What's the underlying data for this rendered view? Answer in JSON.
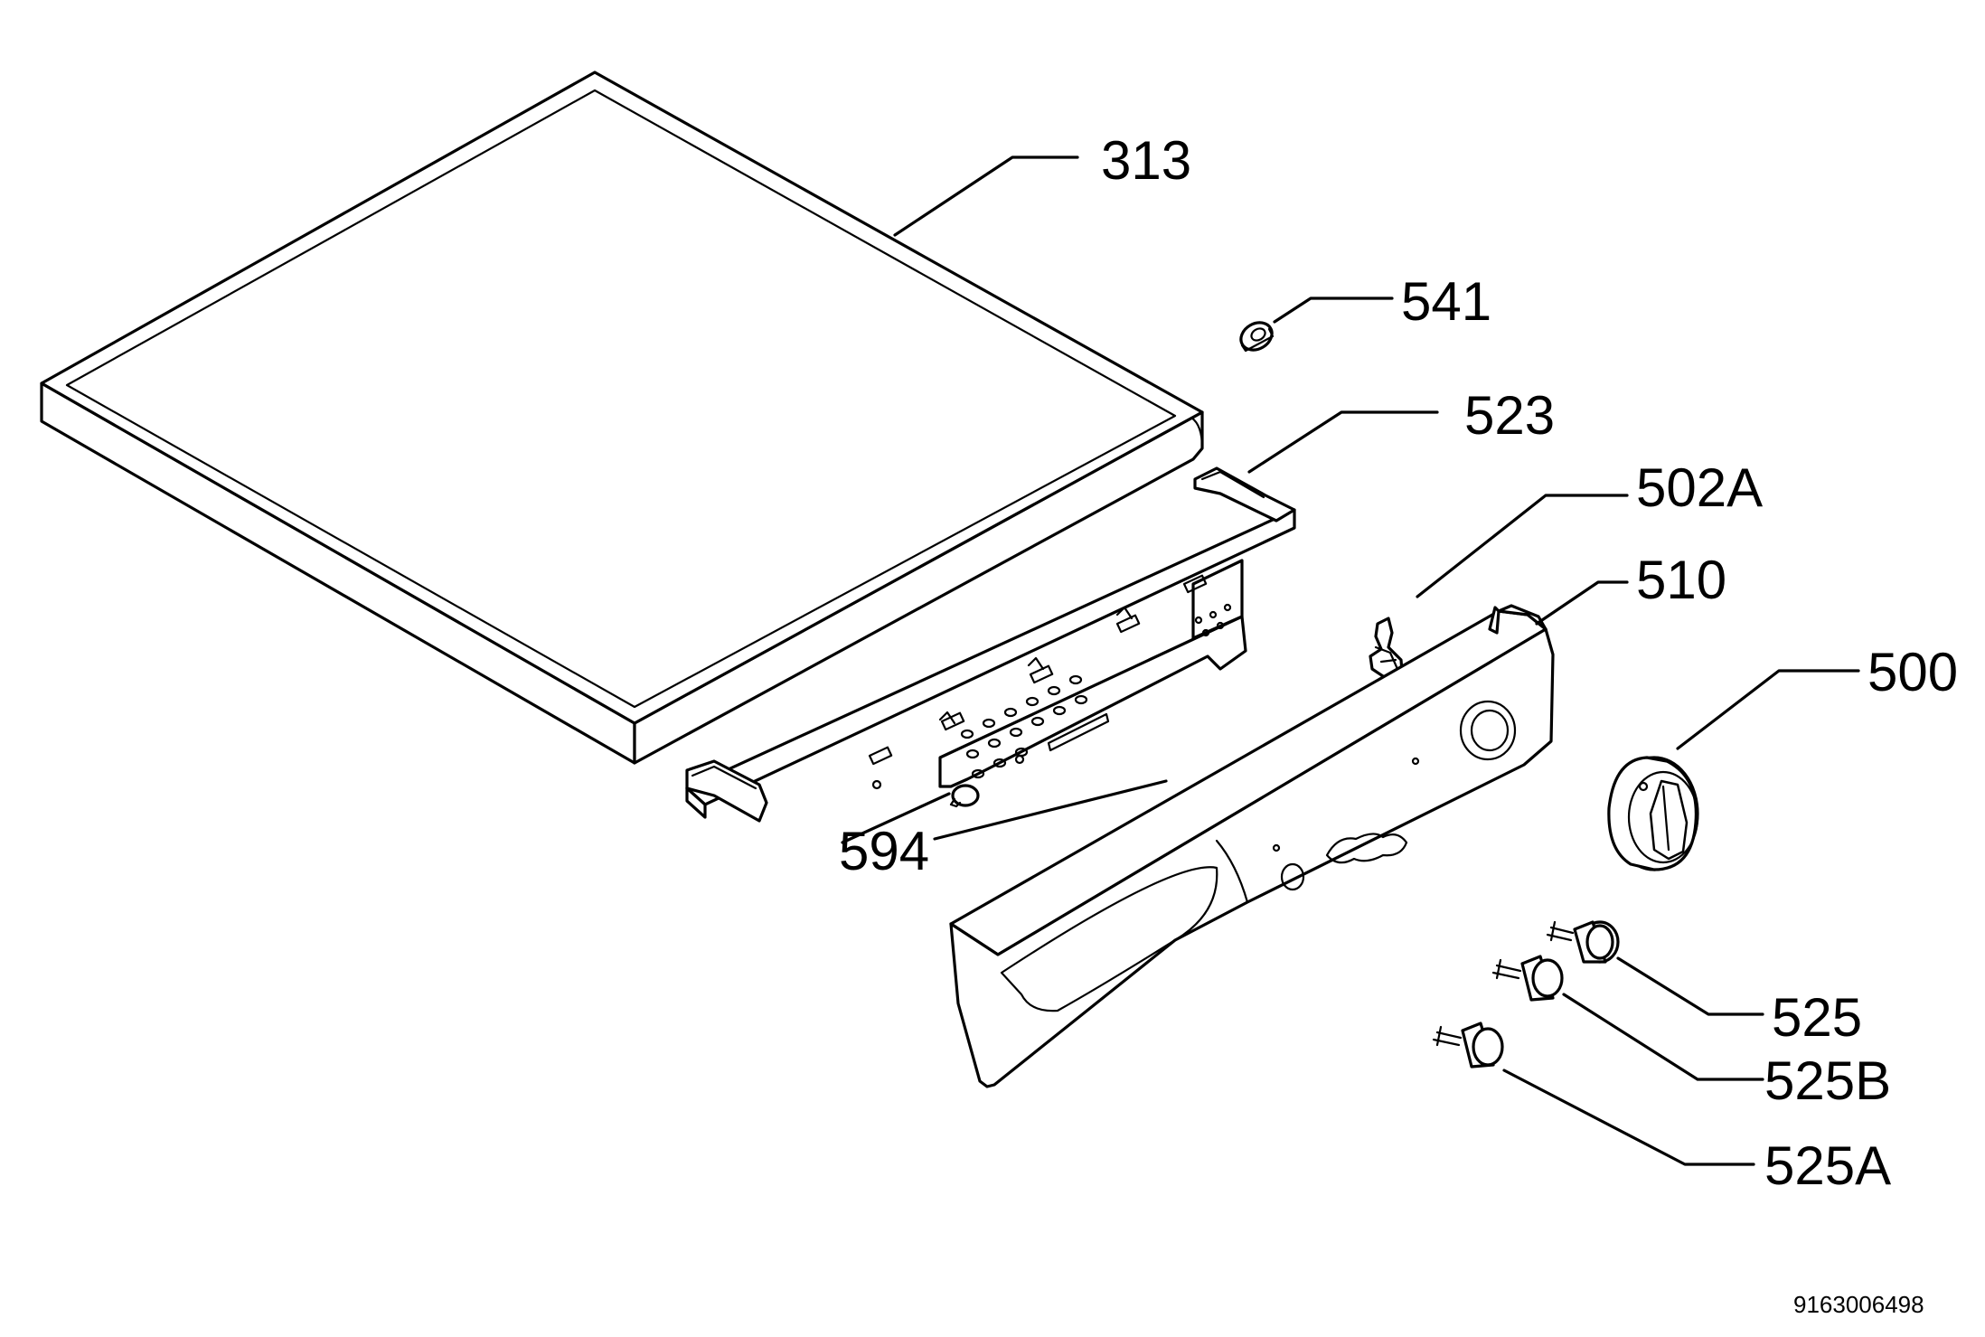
{
  "labels": {
    "p313": "313",
    "p541": "541",
    "p523": "523",
    "p502a": "502A",
    "p510": "510",
    "p500": "500",
    "p594": "594",
    "p525": "525",
    "p525b": "525B",
    "p525a": "525A"
  },
  "document_number": "9163006498"
}
